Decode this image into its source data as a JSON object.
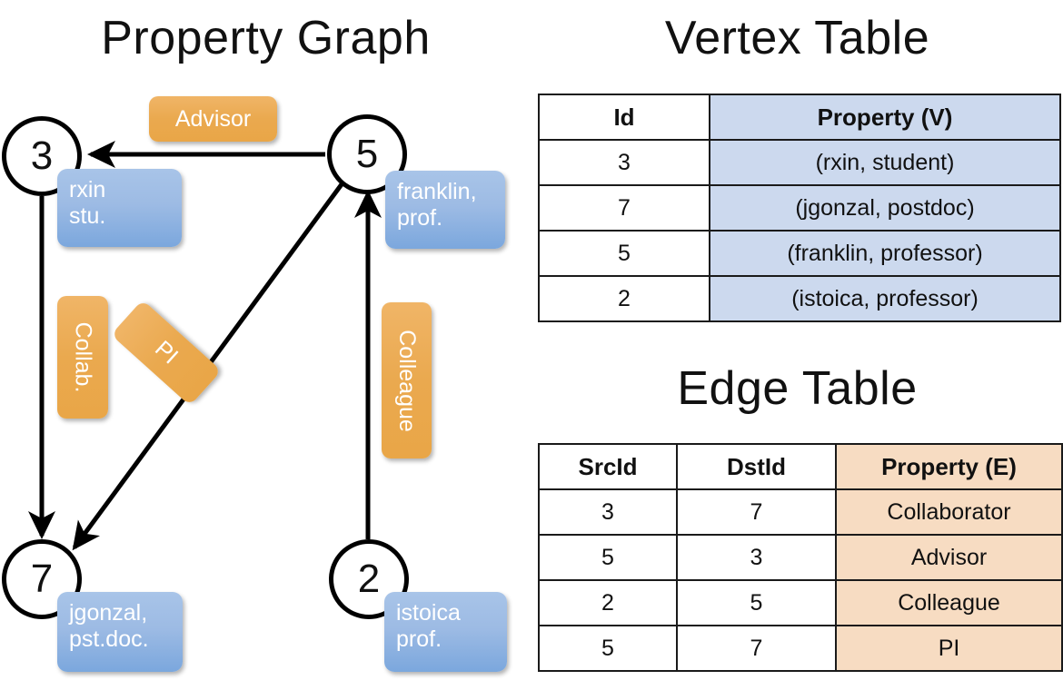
{
  "titles": {
    "property_graph": "Property Graph",
    "vertex_table": "Vertex Table",
    "edge_table": "Edge Table"
  },
  "graph": {
    "nodes": [
      {
        "id": "3",
        "property_line1": "rxin",
        "property_line2": "stu."
      },
      {
        "id": "5",
        "property_line1": "franklin,",
        "property_line2": "prof."
      },
      {
        "id": "7",
        "property_line1": "jgonzal,",
        "property_line2": "pst.doc."
      },
      {
        "id": "2",
        "property_line1": "istoica",
        "property_line2": "prof."
      }
    ],
    "edge_labels": [
      {
        "text": "Advisor",
        "orientation": "horizontal"
      },
      {
        "text": "Collab.",
        "orientation": "vertical"
      },
      {
        "text": "PI",
        "orientation": "diagonal"
      },
      {
        "text": "Colleague",
        "orientation": "vertical"
      }
    ]
  },
  "vertex_table": {
    "headers": {
      "id": "Id",
      "property": "Property (V)"
    },
    "rows": [
      {
        "id": "3",
        "property": "(rxin, student)"
      },
      {
        "id": "7",
        "property": "(jgonzal, postdoc)"
      },
      {
        "id": "5",
        "property": "(franklin, professor)"
      },
      {
        "id": "2",
        "property": "(istoica, professor)"
      }
    ]
  },
  "edge_table": {
    "headers": {
      "src": "SrcId",
      "dst": "DstId",
      "property": "Property (E)"
    },
    "rows": [
      {
        "src": "3",
        "dst": "7",
        "property": "Collaborator"
      },
      {
        "src": "5",
        "dst": "3",
        "property": "Advisor"
      },
      {
        "src": "2",
        "dst": "5",
        "property": "Colleague"
      },
      {
        "src": "5",
        "dst": "7",
        "property": "PI"
      }
    ]
  },
  "colors": {
    "vertex_property_fill": "#ccd9ee",
    "edge_property_fill": "#f7dcc2",
    "node_box_blue": "#8fb4e3",
    "edge_label_orange": "#eaa94f"
  }
}
